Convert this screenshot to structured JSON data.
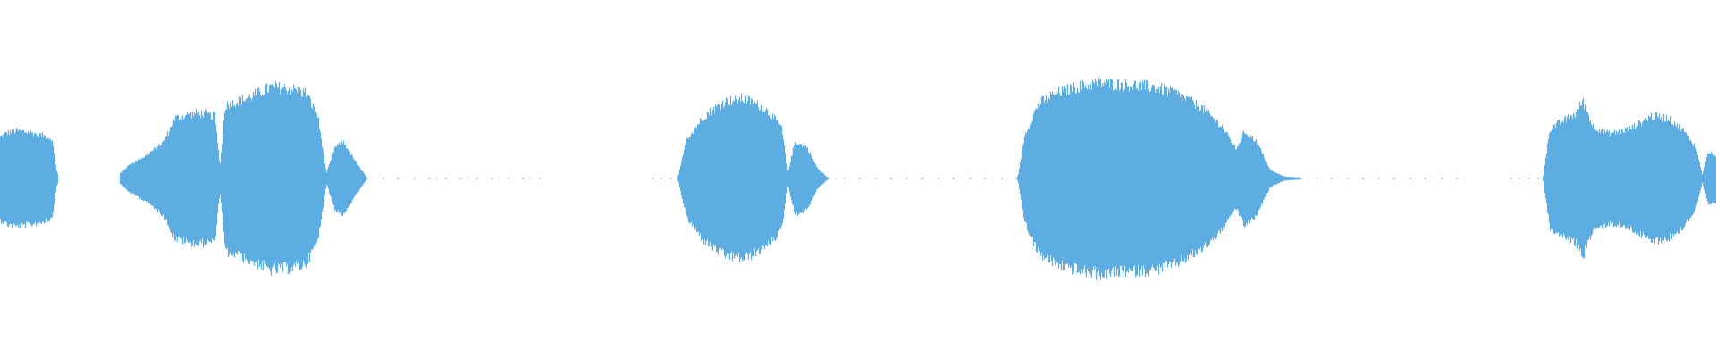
{
  "waveform": {
    "color": "#5dade2",
    "background": "#ffffff",
    "segments": [
      {
        "start": 0.0,
        "end": 0.033,
        "envelope": [
          [
            0.0,
            0.4
          ],
          [
            0.004,
            0.44
          ],
          [
            0.01,
            0.46
          ],
          [
            0.018,
            0.44
          ],
          [
            0.026,
            0.41
          ],
          [
            0.03,
            0.38
          ],
          [
            0.033,
            0.05
          ]
        ]
      },
      {
        "start": 0.07,
        "end": 0.213,
        "envelope": [
          [
            0.07,
            0.05
          ],
          [
            0.075,
            0.13
          ],
          [
            0.085,
            0.22
          ],
          [
            0.095,
            0.35
          ],
          [
            0.102,
            0.58
          ],
          [
            0.115,
            0.63
          ],
          [
            0.125,
            0.6
          ],
          [
            0.128,
            0.12
          ],
          [
            0.131,
            0.7
          ],
          [
            0.145,
            0.78
          ],
          [
            0.158,
            0.88
          ],
          [
            0.17,
            0.86
          ],
          [
            0.178,
            0.82
          ],
          [
            0.185,
            0.6
          ],
          [
            0.19,
            0.05
          ],
          [
            0.195,
            0.3
          ],
          [
            0.2,
            0.35
          ],
          [
            0.207,
            0.16
          ],
          [
            0.213,
            0.02
          ]
        ]
      },
      {
        "start": 0.395,
        "end": 0.482,
        "envelope": [
          [
            0.395,
            0.02
          ],
          [
            0.4,
            0.38
          ],
          [
            0.41,
            0.6
          ],
          [
            0.422,
            0.74
          ],
          [
            0.433,
            0.77
          ],
          [
            0.445,
            0.68
          ],
          [
            0.455,
            0.5
          ],
          [
            0.459,
            0.06
          ],
          [
            0.463,
            0.35
          ],
          [
            0.47,
            0.3
          ],
          [
            0.476,
            0.1
          ],
          [
            0.482,
            0.01
          ]
        ]
      },
      {
        "start": 0.593,
        "end": 0.757,
        "envelope": [
          [
            0.593,
            0.02
          ],
          [
            0.597,
            0.42
          ],
          [
            0.605,
            0.72
          ],
          [
            0.615,
            0.82
          ],
          [
            0.628,
            0.88
          ],
          [
            0.64,
            0.92
          ],
          [
            0.655,
            0.9
          ],
          [
            0.672,
            0.88
          ],
          [
            0.685,
            0.82
          ],
          [
            0.7,
            0.68
          ],
          [
            0.712,
            0.5
          ],
          [
            0.72,
            0.28
          ],
          [
            0.725,
            0.45
          ],
          [
            0.732,
            0.36
          ],
          [
            0.74,
            0.08
          ],
          [
            0.748,
            0.02
          ],
          [
            0.757,
            0.01
          ]
        ]
      },
      {
        "start": 0.899,
        "end": 1.0,
        "envelope": [
          [
            0.899,
            0.02
          ],
          [
            0.903,
            0.48
          ],
          [
            0.91,
            0.55
          ],
          [
            0.918,
            0.62
          ],
          [
            0.922,
            0.75
          ],
          [
            0.928,
            0.5
          ],
          [
            0.938,
            0.43
          ],
          [
            0.95,
            0.48
          ],
          [
            0.962,
            0.6
          ],
          [
            0.972,
            0.58
          ],
          [
            0.98,
            0.48
          ],
          [
            0.988,
            0.3
          ],
          [
            0.992,
            0.02
          ],
          [
            0.995,
            0.25
          ],
          [
            1.0,
            0.22
          ]
        ]
      }
    ],
    "noise_spans": [
      [
        0.213,
        0.318
      ],
      [
        0.38,
        0.395
      ],
      [
        0.482,
        0.593
      ],
      [
        0.757,
        0.858
      ],
      [
        0.88,
        0.899
      ]
    ]
  }
}
